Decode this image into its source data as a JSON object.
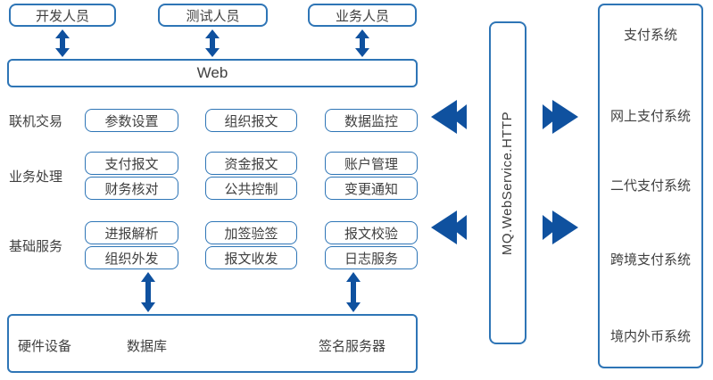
{
  "colors": {
    "box_border": "#2e75b6",
    "arrow": "#0f519f",
    "text": "#404040"
  },
  "actors": [
    "开发人员",
    "测试人员",
    "业务人员"
  ],
  "web": {
    "label": "Web"
  },
  "row1": {
    "label": "联机交易",
    "boxes": [
      "参数设置",
      "组织报文",
      "数据监控"
    ]
  },
  "row2": {
    "label": "业务处理",
    "top": [
      "支付报文",
      "资金报文",
      "账户管理"
    ],
    "bottom": [
      "财务核对",
      "公共控制",
      "变更通知"
    ]
  },
  "row3": {
    "label": "基础服务",
    "top": [
      "进报解析",
      "加签验签",
      "报文校验"
    ],
    "bottom": [
      "组织外发",
      "报文收发",
      "日志服务"
    ]
  },
  "hardware": {
    "label": "硬件设备",
    "items": [
      "数据库",
      "签名服务器"
    ]
  },
  "bus": {
    "label": "MQ.WebService.HTTP"
  },
  "payment": {
    "title": "支付系统",
    "items": [
      "网上支付系统",
      "二代支付系统",
      "跨境支付系统",
      "境内外币系统"
    ]
  }
}
